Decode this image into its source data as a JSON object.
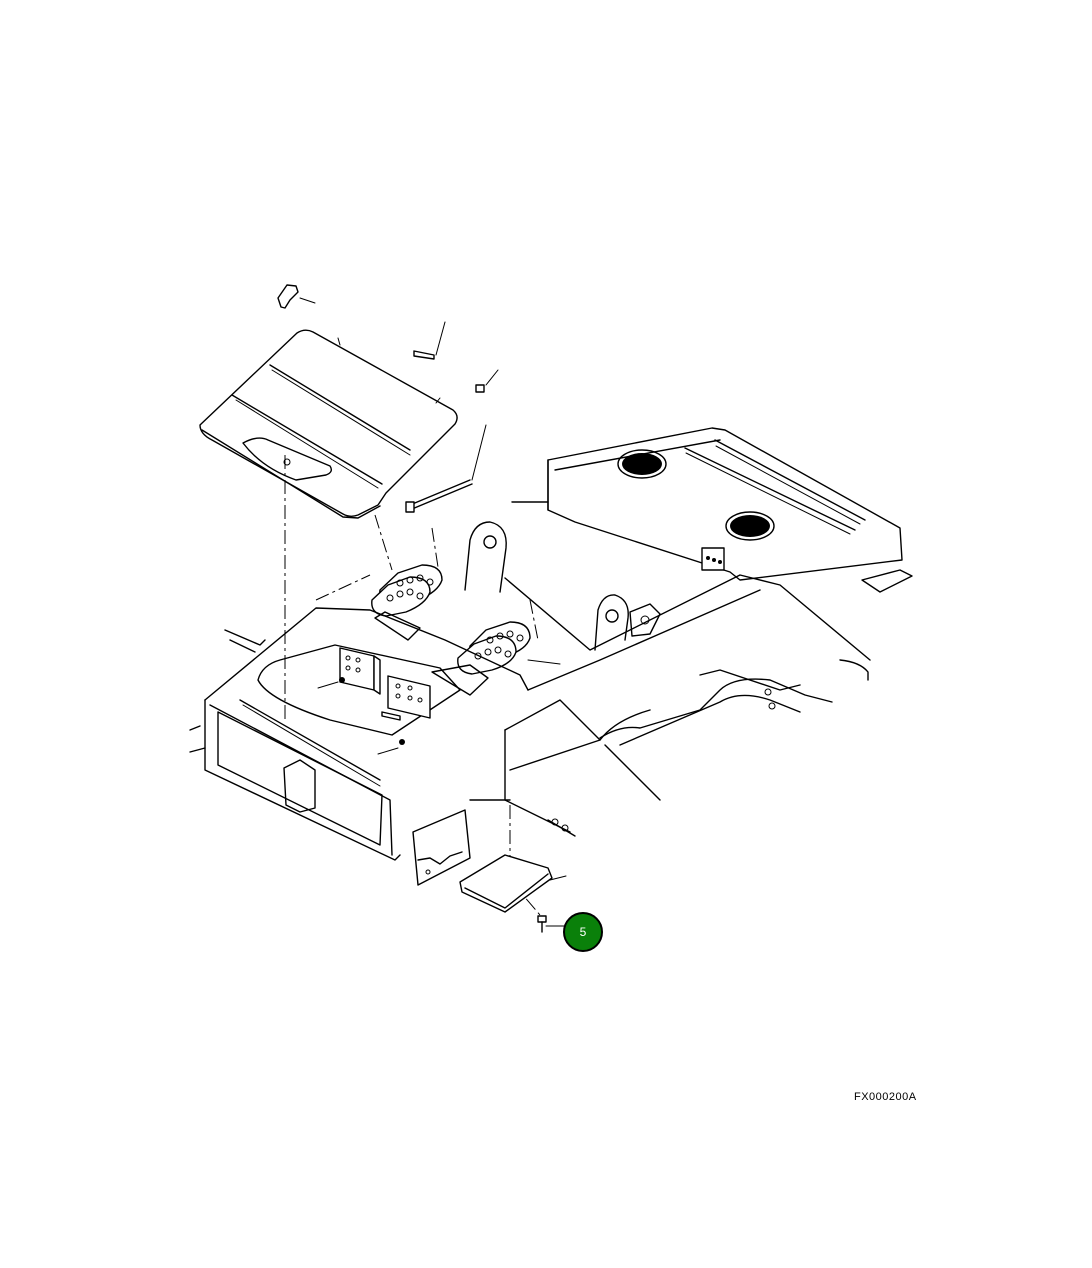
{
  "figure_id": "FX000200A",
  "callouts": [
    {
      "label": "5",
      "color": "#0a800a",
      "part": "bolt"
    }
  ],
  "colors": {
    "line": "#000000",
    "background": "#ffffff",
    "callout": "#0a800a"
  }
}
